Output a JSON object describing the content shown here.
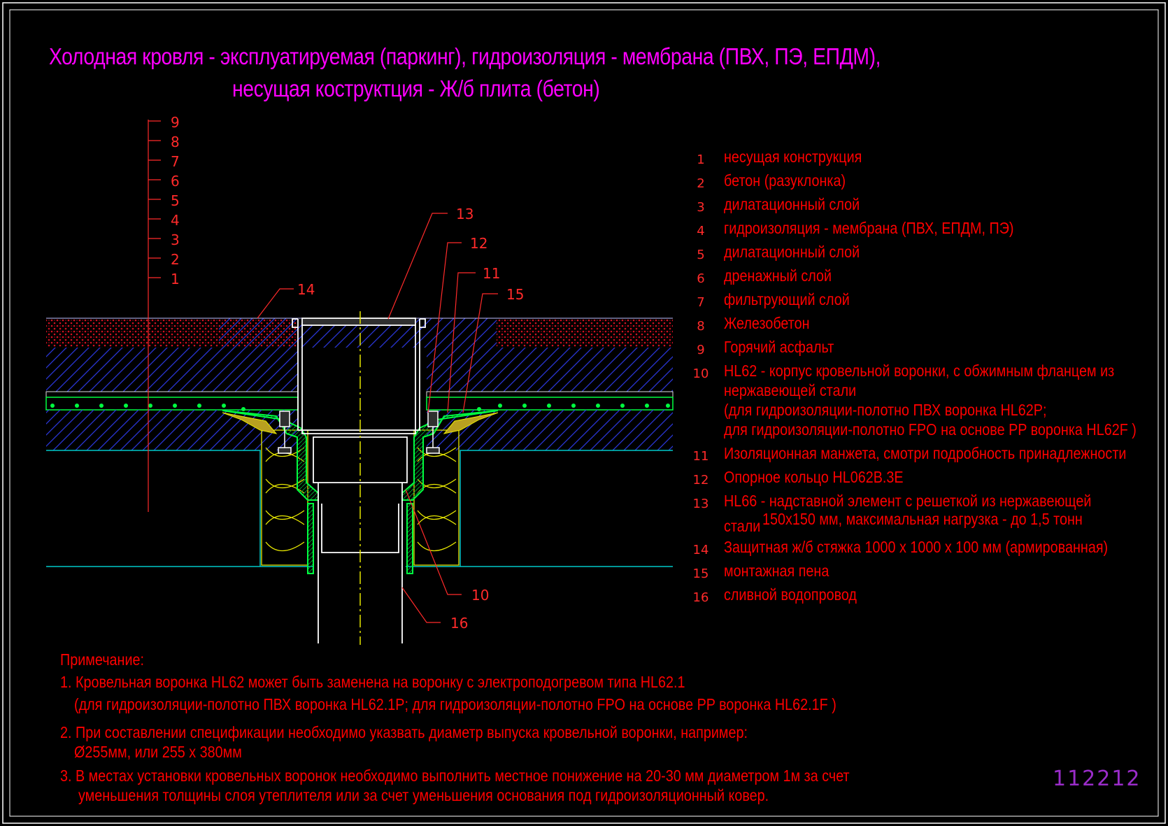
{
  "title": {
    "line1": "Холодная кровля - эксплуатируемая (паркинг), гидроизоляция - мембрана (ПВХ, ПЭ, ЕПДМ),",
    "line2": "несущая коструктция - Ж/б плита (бетон)"
  },
  "layer_scale": [
    "9",
    "8",
    "7",
    "6",
    "5",
    "4",
    "3",
    "2",
    "1"
  ],
  "callouts": {
    "c13": "13",
    "c12": "12",
    "c11": "11",
    "c15": "15",
    "c14": "14",
    "c10": "10",
    "c16": "16"
  },
  "legend": [
    {
      "num": "1",
      "text": "несущая конструкция"
    },
    {
      "num": "2",
      "text": "бетон (разуклонка)"
    },
    {
      "num": "3",
      "text": "дилатационный слой"
    },
    {
      "num": "4",
      "text": "гидроизоляция - мембрана (ПВХ, ЕПДМ, ПЭ)"
    },
    {
      "num": "5",
      "text": "дилатационный слой"
    },
    {
      "num": "6",
      "text": "дренажный слой"
    },
    {
      "num": "7",
      "text": "фильтрующий слой"
    },
    {
      "num": "8",
      "text": "Железобетон"
    },
    {
      "num": "9",
      "text": "Горячий асфальт"
    },
    {
      "num": "10",
      "text": "HL62 - корпус кровельной воронки, с обжимным фланцем из",
      "extra": [
        "нержавеющей стали",
        " (для гидроизоляции-полотно ПВХ  воронка HL62P;",
        "для гидроизоляции-полотно FPO на основе PP воронка HL62F )"
      ]
    },
    {
      "num": "11",
      "text": "Изоляционная  манжета, смотри подробность принадлежности"
    },
    {
      "num": "12",
      "text": "Опорное кольцо HL062B.3E"
    },
    {
      "num": "13",
      "text": "HL66 - надставной элемент с решеткой из нержавеющей",
      "extra_a": "стали",
      "extra_b": "150x150 мм, максимальная нагрузка - до 1,5 тонн"
    },
    {
      "num": "14",
      "text": "Защитная ж/б стяжка 1000 х 1000 х 100 мм (армированная)"
    },
    {
      "num": "15",
      "text": "монтажная пена"
    },
    {
      "num": "16",
      "text": "сливной водопровод"
    }
  ],
  "notes": {
    "heading": "Примечание:",
    "n1a": "1. Кровельная воронка HL62 может быть заменена на воронку с электроподогревом типа HL62.1",
    "n1b": "(для гидроизоляции-полотно ПВХ  воронка HL62.1P; для гидроизоляции-полотно FPO на основе PP воронка HL62.1F )",
    "n2a": "2. При составлении спецификации необходимо указвать диаметр выпуска кровельной воронки, например:",
    "n2b": "Ø255мм, или 255 х 380мм",
    "n3a": "3. В местах установки кровельных воронок необходимо выполнить местное понижение на 20-30 мм диаметром 1м за счет",
    "n3b": "уменьшения толщины слоя утеплителя или за счет уменьшения основания под гидроизоляционный ковер."
  },
  "drawing_number": "112212",
  "colors": {
    "background": "#000000",
    "title": "#ff00ff",
    "text": "#ff0000",
    "concrete_hatch": "#2a36d8",
    "asphalt": "#c8102e",
    "membrane": "#00ff40",
    "insulation": "#e8e800",
    "pipe": "#ffffff",
    "centerline": "#e6e600",
    "slab_edge": "#00c8c8",
    "frame": "#ffffff"
  }
}
